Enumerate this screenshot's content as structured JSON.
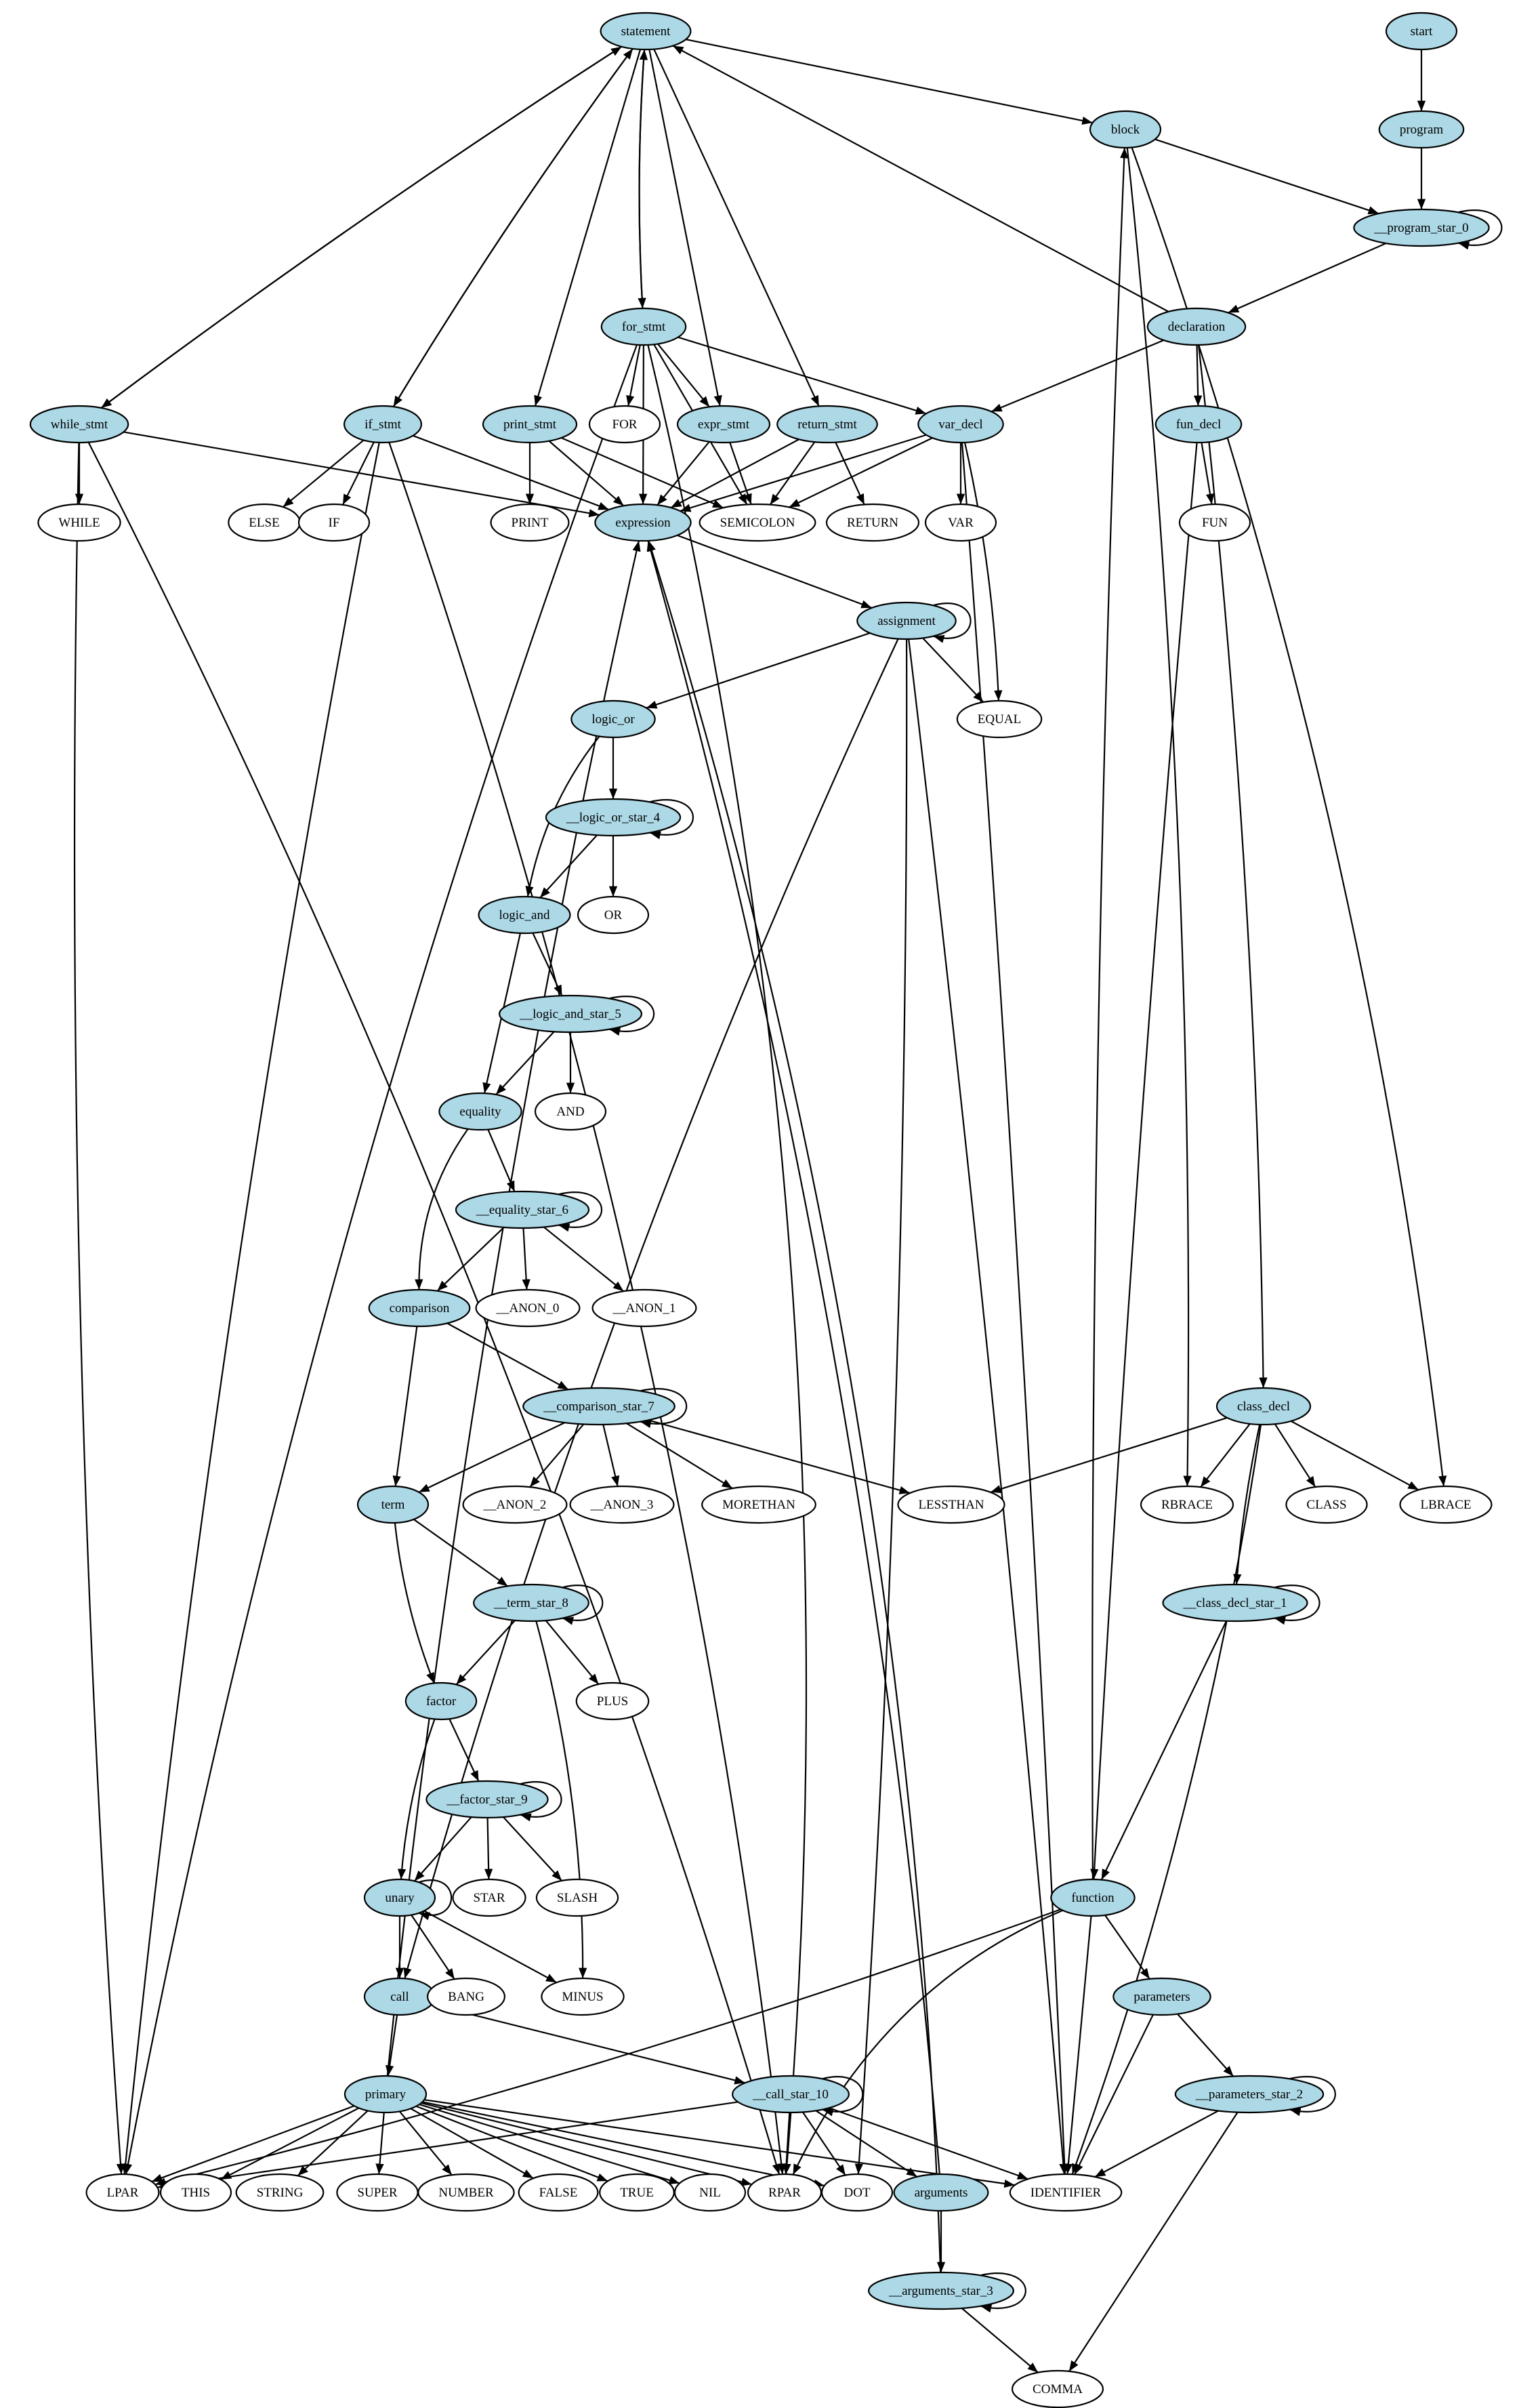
{
  "colors": {
    "nonterminal": "#add8e6",
    "terminal": "#ffffff",
    "stroke": "#000000"
  },
  "nodes": [
    {
      "id": "statement",
      "label": "statement",
      "kind": "nt"
    },
    {
      "id": "start",
      "label": "start",
      "kind": "nt"
    },
    {
      "id": "block",
      "label": "block",
      "kind": "nt"
    },
    {
      "id": "program",
      "label": "program",
      "kind": "nt"
    },
    {
      "id": "program_star_0",
      "label": "__program_star_0",
      "kind": "nt"
    },
    {
      "id": "declaration",
      "label": "declaration",
      "kind": "nt"
    },
    {
      "id": "for_stmt",
      "label": "for_stmt",
      "kind": "nt"
    },
    {
      "id": "while_stmt",
      "label": "while_stmt",
      "kind": "nt"
    },
    {
      "id": "if_stmt",
      "label": "if_stmt",
      "kind": "nt"
    },
    {
      "id": "print_stmt",
      "label": "print_stmt",
      "kind": "nt"
    },
    {
      "id": "FOR",
      "label": "FOR",
      "kind": "t"
    },
    {
      "id": "expr_stmt",
      "label": "expr_stmt",
      "kind": "nt"
    },
    {
      "id": "return_stmt",
      "label": "return_stmt",
      "kind": "nt"
    },
    {
      "id": "var_decl",
      "label": "var_decl",
      "kind": "nt"
    },
    {
      "id": "fun_decl",
      "label": "fun_decl",
      "kind": "nt"
    },
    {
      "id": "WHILE",
      "label": "WHILE",
      "kind": "t"
    },
    {
      "id": "ELSE",
      "label": "ELSE",
      "kind": "t"
    },
    {
      "id": "IF",
      "label": "IF",
      "kind": "t"
    },
    {
      "id": "PRINT",
      "label": "PRINT",
      "kind": "t"
    },
    {
      "id": "expression",
      "label": "expression",
      "kind": "nt"
    },
    {
      "id": "SEMICOLON",
      "label": "SEMICOLON",
      "kind": "t"
    },
    {
      "id": "RETURN",
      "label": "RETURN",
      "kind": "t"
    },
    {
      "id": "VAR",
      "label": "VAR",
      "kind": "t"
    },
    {
      "id": "FUN",
      "label": "FUN",
      "kind": "t"
    },
    {
      "id": "assignment",
      "label": "assignment",
      "kind": "nt"
    },
    {
      "id": "logic_or",
      "label": "logic_or",
      "kind": "nt"
    },
    {
      "id": "EQUAL",
      "label": "EQUAL",
      "kind": "t"
    },
    {
      "id": "logic_or_star_4",
      "label": "__logic_or_star_4",
      "kind": "nt"
    },
    {
      "id": "logic_and",
      "label": "logic_and",
      "kind": "nt"
    },
    {
      "id": "OR",
      "label": "OR",
      "kind": "t"
    },
    {
      "id": "logic_and_star_5",
      "label": "__logic_and_star_5",
      "kind": "nt"
    },
    {
      "id": "equality",
      "label": "equality",
      "kind": "nt"
    },
    {
      "id": "AND",
      "label": "AND",
      "kind": "t"
    },
    {
      "id": "equality_star_6",
      "label": "__equality_star_6",
      "kind": "nt"
    },
    {
      "id": "comparison",
      "label": "comparison",
      "kind": "nt"
    },
    {
      "id": "ANON_0",
      "label": "__ANON_0",
      "kind": "t"
    },
    {
      "id": "ANON_1",
      "label": "__ANON_1",
      "kind": "t"
    },
    {
      "id": "comparison_star_7",
      "label": "__comparison_star_7",
      "kind": "nt"
    },
    {
      "id": "class_decl",
      "label": "class_decl",
      "kind": "nt"
    },
    {
      "id": "term",
      "label": "term",
      "kind": "nt"
    },
    {
      "id": "ANON_2",
      "label": "__ANON_2",
      "kind": "t"
    },
    {
      "id": "ANON_3",
      "label": "__ANON_3",
      "kind": "t"
    },
    {
      "id": "MORETHAN",
      "label": "MORETHAN",
      "kind": "t"
    },
    {
      "id": "LESSTHAN",
      "label": "LESSTHAN",
      "kind": "t"
    },
    {
      "id": "RBRACE",
      "label": "RBRACE",
      "kind": "t"
    },
    {
      "id": "CLASS",
      "label": "CLASS",
      "kind": "t"
    },
    {
      "id": "LBRACE",
      "label": "LBRACE",
      "kind": "t"
    },
    {
      "id": "term_star_8",
      "label": "__term_star_8",
      "kind": "nt"
    },
    {
      "id": "class_decl_star_1",
      "label": "__class_decl_star_1",
      "kind": "nt"
    },
    {
      "id": "factor",
      "label": "factor",
      "kind": "nt"
    },
    {
      "id": "PLUS",
      "label": "PLUS",
      "kind": "t"
    },
    {
      "id": "factor_star_9",
      "label": "__factor_star_9",
      "kind": "nt"
    },
    {
      "id": "unary",
      "label": "unary",
      "kind": "nt"
    },
    {
      "id": "STAR",
      "label": "STAR",
      "kind": "t"
    },
    {
      "id": "SLASH",
      "label": "SLASH",
      "kind": "t"
    },
    {
      "id": "function",
      "label": "function",
      "kind": "nt"
    },
    {
      "id": "call",
      "label": "call",
      "kind": "nt"
    },
    {
      "id": "BANG",
      "label": "BANG",
      "kind": "t"
    },
    {
      "id": "MINUS",
      "label": "MINUS",
      "kind": "t"
    },
    {
      "id": "parameters",
      "label": "parameters",
      "kind": "nt"
    },
    {
      "id": "primary",
      "label": "primary",
      "kind": "nt"
    },
    {
      "id": "call_star_10",
      "label": "__call_star_10",
      "kind": "nt"
    },
    {
      "id": "parameters_star_2",
      "label": "__parameters_star_2",
      "kind": "nt"
    },
    {
      "id": "LPAR",
      "label": "LPAR",
      "kind": "t"
    },
    {
      "id": "THIS",
      "label": "THIS",
      "kind": "t"
    },
    {
      "id": "STRING",
      "label": "STRING",
      "kind": "t"
    },
    {
      "id": "SUPER",
      "label": "SUPER",
      "kind": "t"
    },
    {
      "id": "NUMBER",
      "label": "NUMBER",
      "kind": "t"
    },
    {
      "id": "FALSE",
      "label": "FALSE",
      "kind": "t"
    },
    {
      "id": "TRUE",
      "label": "TRUE",
      "kind": "t"
    },
    {
      "id": "NIL",
      "label": "NIL",
      "kind": "t"
    },
    {
      "id": "RPAR",
      "label": "RPAR",
      "kind": "t"
    },
    {
      "id": "DOT",
      "label": "DOT",
      "kind": "t"
    },
    {
      "id": "arguments",
      "label": "arguments",
      "kind": "nt"
    },
    {
      "id": "IDENTIFIER",
      "label": "IDENTIFIER",
      "kind": "t"
    },
    {
      "id": "arguments_star_3",
      "label": "__arguments_star_3",
      "kind": "nt"
    },
    {
      "id": "COMMA",
      "label": "COMMA",
      "kind": "t"
    }
  ],
  "edges": [
    [
      "start",
      "program"
    ],
    [
      "program",
      "program_star_0"
    ],
    [
      "program_star_0",
      "program_star_0"
    ],
    [
      "program_star_0",
      "declaration"
    ],
    [
      "declaration",
      "statement"
    ],
    [
      "declaration",
      "var_decl"
    ],
    [
      "declaration",
      "fun_decl"
    ],
    [
      "declaration",
      "class_decl"
    ],
    [
      "statement",
      "block"
    ],
    [
      "statement",
      "for_stmt"
    ],
    [
      "statement",
      "while_stmt"
    ],
    [
      "statement",
      "if_stmt"
    ],
    [
      "statement",
      "print_stmt"
    ],
    [
      "statement",
      "expr_stmt"
    ],
    [
      "statement",
      "return_stmt"
    ],
    [
      "block",
      "program_star_0"
    ],
    [
      "block",
      "RBRACE"
    ],
    [
      "block",
      "LBRACE"
    ],
    [
      "for_stmt",
      "statement"
    ],
    [
      "for_stmt",
      "FOR"
    ],
    [
      "for_stmt",
      "expr_stmt"
    ],
    [
      "for_stmt",
      "var_decl"
    ],
    [
      "for_stmt",
      "expression"
    ],
    [
      "for_stmt",
      "SEMICOLON"
    ],
    [
      "for_stmt",
      "LPAR"
    ],
    [
      "for_stmt",
      "RPAR"
    ],
    [
      "while_stmt",
      "statement"
    ],
    [
      "while_stmt",
      "WHILE"
    ],
    [
      "while_stmt",
      "expression"
    ],
    [
      "while_stmt",
      "LPAR"
    ],
    [
      "while_stmt",
      "RPAR"
    ],
    [
      "if_stmt",
      "statement"
    ],
    [
      "if_stmt",
      "ELSE"
    ],
    [
      "if_stmt",
      "IF"
    ],
    [
      "if_stmt",
      "expression"
    ],
    [
      "if_stmt",
      "LPAR"
    ],
    [
      "if_stmt",
      "RPAR"
    ],
    [
      "print_stmt",
      "PRINT"
    ],
    [
      "print_stmt",
      "expression"
    ],
    [
      "print_stmt",
      "SEMICOLON"
    ],
    [
      "expr_stmt",
      "expression"
    ],
    [
      "expr_stmt",
      "SEMICOLON"
    ],
    [
      "return_stmt",
      "RETURN"
    ],
    [
      "return_stmt",
      "expression"
    ],
    [
      "return_stmt",
      "SEMICOLON"
    ],
    [
      "var_decl",
      "VAR"
    ],
    [
      "var_decl",
      "EQUAL"
    ],
    [
      "var_decl",
      "expression"
    ],
    [
      "var_decl",
      "SEMICOLON"
    ],
    [
      "var_decl",
      "IDENTIFIER"
    ],
    [
      "fun_decl",
      "FUN"
    ],
    [
      "fun_decl",
      "function"
    ],
    [
      "expression",
      "assignment"
    ],
    [
      "assignment",
      "assignment"
    ],
    [
      "assignment",
      "logic_or"
    ],
    [
      "assignment",
      "EQUAL"
    ],
    [
      "assignment",
      "call"
    ],
    [
      "assignment",
      "DOT"
    ],
    [
      "assignment",
      "IDENTIFIER"
    ],
    [
      "logic_or",
      "logic_or_star_4"
    ],
    [
      "logic_or",
      "logic_and"
    ],
    [
      "logic_or_star_4",
      "logic_or_star_4"
    ],
    [
      "logic_or_star_4",
      "logic_and"
    ],
    [
      "logic_or_star_4",
      "OR"
    ],
    [
      "logic_and",
      "logic_and_star_5"
    ],
    [
      "logic_and",
      "equality"
    ],
    [
      "logic_and_star_5",
      "logic_and_star_5"
    ],
    [
      "logic_and_star_5",
      "equality"
    ],
    [
      "logic_and_star_5",
      "AND"
    ],
    [
      "equality",
      "equality_star_6"
    ],
    [
      "equality",
      "comparison"
    ],
    [
      "equality_star_6",
      "equality_star_6"
    ],
    [
      "equality_star_6",
      "comparison"
    ],
    [
      "equality_star_6",
      "ANON_0"
    ],
    [
      "equality_star_6",
      "ANON_1"
    ],
    [
      "comparison",
      "comparison_star_7"
    ],
    [
      "comparison",
      "term"
    ],
    [
      "comparison_star_7",
      "comparison_star_7"
    ],
    [
      "comparison_star_7",
      "term"
    ],
    [
      "comparison_star_7",
      "ANON_2"
    ],
    [
      "comparison_star_7",
      "ANON_3"
    ],
    [
      "comparison_star_7",
      "MORETHAN"
    ],
    [
      "comparison_star_7",
      "LESSTHAN"
    ],
    [
      "class_decl",
      "LESSTHAN"
    ],
    [
      "class_decl",
      "RBRACE"
    ],
    [
      "class_decl",
      "CLASS"
    ],
    [
      "class_decl",
      "LBRACE"
    ],
    [
      "class_decl",
      "class_decl_star_1"
    ],
    [
      "class_decl",
      "IDENTIFIER"
    ],
    [
      "class_decl_star_1",
      "class_decl_star_1"
    ],
    [
      "class_decl_star_1",
      "function"
    ],
    [
      "term",
      "term_star_8"
    ],
    [
      "term",
      "factor"
    ],
    [
      "term_star_8",
      "term_star_8"
    ],
    [
      "term_star_8",
      "factor"
    ],
    [
      "term_star_8",
      "PLUS"
    ],
    [
      "term_star_8",
      "MINUS"
    ],
    [
      "factor",
      "factor_star_9"
    ],
    [
      "factor",
      "unary"
    ],
    [
      "factor_star_9",
      "factor_star_9"
    ],
    [
      "factor_star_9",
      "unary"
    ],
    [
      "factor_star_9",
      "STAR"
    ],
    [
      "factor_star_9",
      "SLASH"
    ],
    [
      "unary",
      "unary"
    ],
    [
      "unary",
      "call"
    ],
    [
      "unary",
      "BANG"
    ],
    [
      "unary",
      "MINUS"
    ],
    [
      "function",
      "block"
    ],
    [
      "function",
      "parameters"
    ],
    [
      "function",
      "LPAR"
    ],
    [
      "function",
      "RPAR"
    ],
    [
      "function",
      "IDENTIFIER"
    ],
    [
      "call",
      "primary"
    ],
    [
      "call",
      "call_star_10"
    ],
    [
      "primary",
      "expression"
    ],
    [
      "primary",
      "LPAR"
    ],
    [
      "primary",
      "THIS"
    ],
    [
      "primary",
      "STRING"
    ],
    [
      "primary",
      "SUPER"
    ],
    [
      "primary",
      "NUMBER"
    ],
    [
      "primary",
      "FALSE"
    ],
    [
      "primary",
      "TRUE"
    ],
    [
      "primary",
      "NIL"
    ],
    [
      "primary",
      "RPAR"
    ],
    [
      "primary",
      "DOT"
    ],
    [
      "primary",
      "IDENTIFIER"
    ],
    [
      "call_star_10",
      "call_star_10"
    ],
    [
      "call_star_10",
      "LPAR"
    ],
    [
      "call_star_10",
      "RPAR"
    ],
    [
      "call_star_10",
      "DOT"
    ],
    [
      "call_star_10",
      "arguments"
    ],
    [
      "call_star_10",
      "IDENTIFIER"
    ],
    [
      "parameters",
      "parameters_star_2"
    ],
    [
      "parameters",
      "IDENTIFIER"
    ],
    [
      "parameters_star_2",
      "parameters_star_2"
    ],
    [
      "parameters_star_2",
      "IDENTIFIER"
    ],
    [
      "parameters_star_2",
      "COMMA"
    ],
    [
      "arguments",
      "expression"
    ],
    [
      "arguments",
      "arguments_star_3"
    ],
    [
      "arguments_star_3",
      "arguments_star_3"
    ],
    [
      "arguments_star_3",
      "expression"
    ],
    [
      "arguments_star_3",
      "COMMA"
    ]
  ]
}
